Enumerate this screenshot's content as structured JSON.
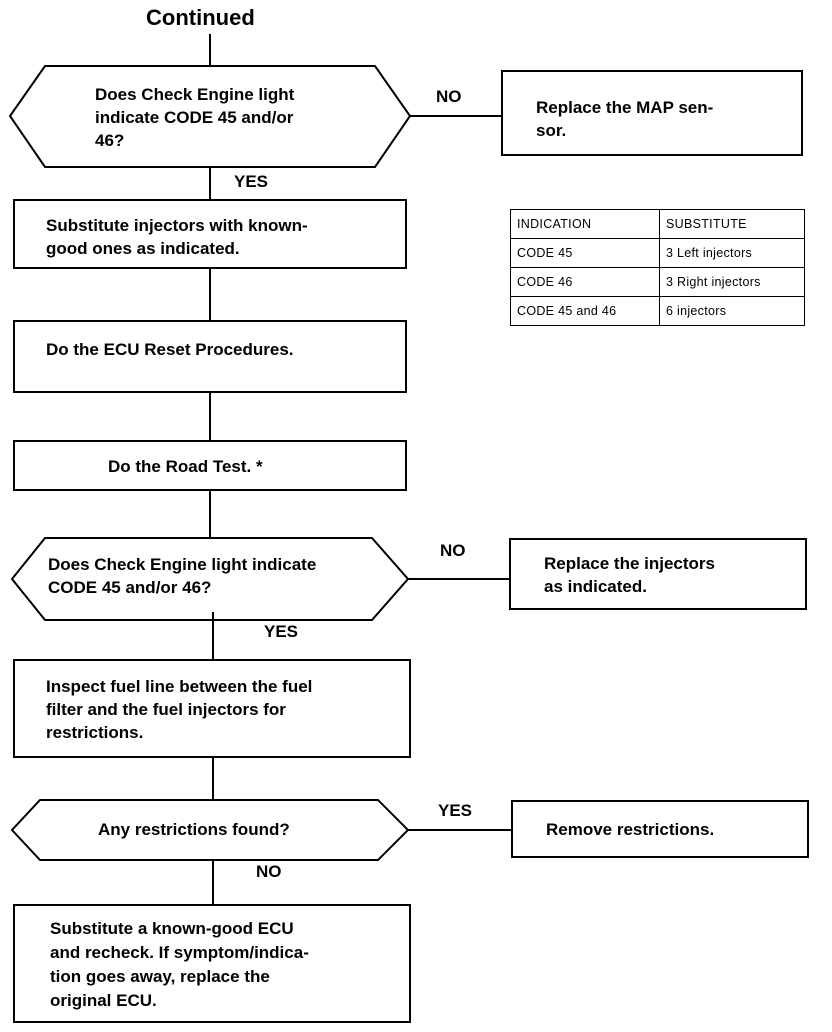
{
  "title": "Continued",
  "nodes": {
    "decision_1": "Does Check Engine light indicate CODE 45 and/or 46?",
    "action_replace_map": "Replace the MAP sen-sor.",
    "action_substitute_injectors": "Substitute injectors with known-good ones as indicated.",
    "action_ecu_reset": "Do the ECU Reset Procedures.",
    "action_road_test": "Do the Road Test. *",
    "decision_2": "Does Check Engine light indicate CODE 45 and/or 46?",
    "action_replace_injectors": "Replace the injectors as indicated.",
    "action_inspect_fuel_line": "Inspect fuel line between the fuel filter and the fuel injectors for restrictions.",
    "decision_3": "Any restrictions found?",
    "action_remove_restrictions": "Remove restrictions.",
    "action_substitute_ecu": "Substitute a known-good ECU and recheck. If symptom/indication goes away, replace the original ECU."
  },
  "lines": {
    "decision_1": [
      "Does Check Engine light",
      "indicate CODE 45 and/or",
      "46?"
    ],
    "action_replace_map": [
      "Replace the MAP sen-",
      "sor."
    ],
    "action_substitute_injectors": [
      "Substitute injectors with known-",
      "good ones as indicated."
    ],
    "decision_2": [
      "Does Check Engine light indicate",
      "CODE 45 and/or 46?"
    ],
    "action_replace_injectors": [
      "Replace the injectors",
      "as indicated."
    ],
    "action_inspect_fuel_line": [
      "Inspect fuel line between the fuel",
      "filter and the fuel injectors for",
      "restrictions."
    ],
    "action_substitute_ecu": [
      "Substitute a known-good ECU",
      "and recheck. If symptom/indica-",
      "tion goes away, replace the",
      "original ECU."
    ]
  },
  "edge_labels": {
    "d1_no": "NO",
    "d1_yes": "YES",
    "d2_no": "NO",
    "d2_yes": "YES",
    "d3_yes": "YES",
    "d3_no": "NO"
  },
  "substitution_table": {
    "headers": [
      "INDICATION",
      "SUBSTITUTE"
    ],
    "rows": [
      [
        "CODE 45",
        "3 Left injectors"
      ],
      [
        "CODE 46",
        "3 Right injectors"
      ],
      [
        "CODE 45 and 46",
        "6 injectors"
      ]
    ]
  }
}
